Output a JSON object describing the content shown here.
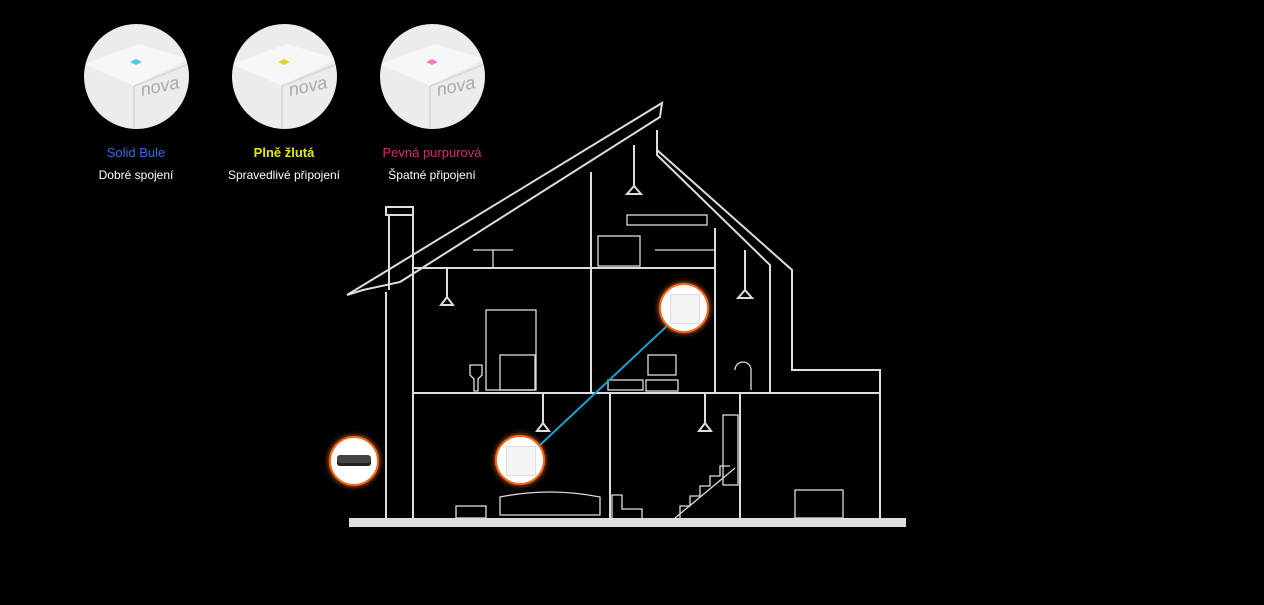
{
  "legend": [
    {
      "name": "Solid Bule",
      "desc": "Dobré spojení",
      "color": "#2f6fe0",
      "led": "#4cc8f0",
      "brand": "nova"
    },
    {
      "name": "Plně žlutá",
      "desc": "Spravedlivé připojení",
      "color": "#e4ea1a",
      "led": "#d8dc2a",
      "brand": "nova"
    },
    {
      "name": "Pevná purpurová",
      "desc": "Špatné připojení",
      "color": "#d8287a",
      "led": "#f27ac0",
      "brand": "nova"
    }
  ],
  "link_color": "#1ea0d0"
}
